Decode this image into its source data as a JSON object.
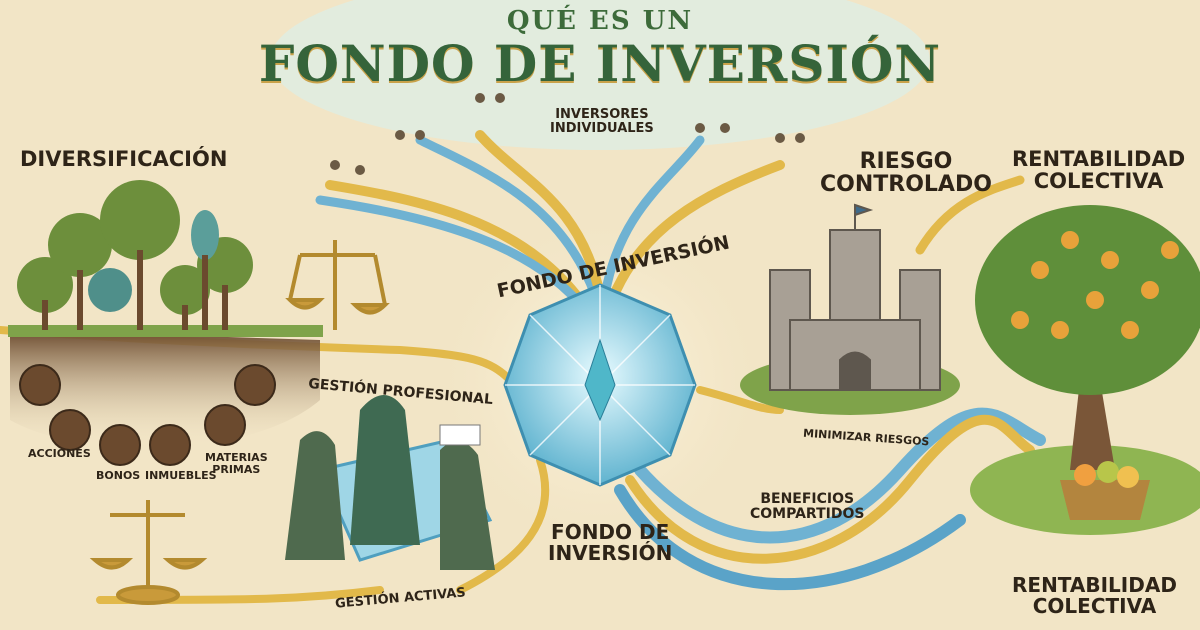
{
  "title": {
    "line1": "QUÉ ES UN",
    "line2": "FONDO DE INVERSIÓN"
  },
  "labels": {
    "diversificacion": "DIVERSIFICACIÓN",
    "inversores": "INVERSORES\nINDIVIDUALES",
    "riesgo": "RIESGO\nCONTROLADO",
    "rentabilidad_top": "RENTABILIDAD\nCOLECTIVA",
    "fondo_arc": "FONDO DE INVERSIÓN",
    "gestion_profesional": "GESTIÓN PROFESIONAL",
    "gestion_activas": "GESTIÓN ACTIVAS",
    "acciones": "ACCIONES",
    "bonos": "BONOS",
    "inmuebles": "INMUEBLES",
    "materias": "MATERIAS\nPRIMAS",
    "minimizar": "MINIMIZAR RIESGOS",
    "beneficios": "BENEFICIOS\nCOMPARTIDOS",
    "fondo_bottom": "FONDO DE\nINVERSIÓN",
    "rentabilidad_bottom": "RENTABILIDAD\nCOLECTIVA"
  },
  "colors": {
    "parchment": "#f2e5c6",
    "title_green": "#35643a",
    "gold_stream": "#e2b94a",
    "blue_stream": "#6fb2d2",
    "crystal": "#9fd6e6",
    "soil": "#7a5638"
  }
}
